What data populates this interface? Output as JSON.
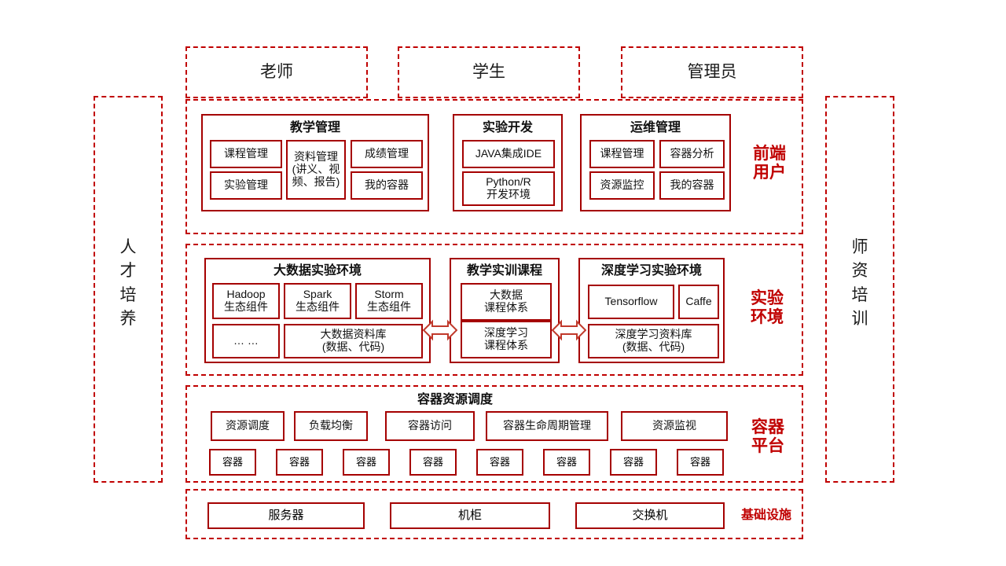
{
  "colors": {
    "dashed_border": "#C00000",
    "solid_border": "#A50000",
    "label_red": "#C00000",
    "text_black": "#111111",
    "background": "#FFFFFF"
  },
  "actors": [
    {
      "label": "老师"
    },
    {
      "label": "学生"
    },
    {
      "label": "管理员"
    }
  ],
  "side_panels": {
    "left": {
      "label": "人才培养",
      "chars": [
        "人",
        "才",
        "培",
        "养"
      ]
    },
    "right": {
      "label": "师资培训",
      "chars": [
        "师",
        "资",
        "培",
        "训"
      ]
    }
  },
  "layers": [
    {
      "id": "frontend",
      "label": "前端\n用户",
      "label_lines": [
        "前端",
        "用户"
      ],
      "groups": [
        {
          "title": "教学管理",
          "items": [
            "课程管理",
            "实验管理",
            "资料管理(讲义、视频、报告)",
            "成绩管理",
            "我的容器"
          ]
        },
        {
          "title": "实验开发",
          "items": [
            "JAVA集成IDE",
            "Python/R 开发环境"
          ]
        },
        {
          "title": "运维管理",
          "items": [
            "课程管理",
            "容器分析",
            "资源监控",
            "我的容器"
          ]
        }
      ]
    },
    {
      "id": "experiment",
      "label": "实验\n环境",
      "label_lines": [
        "实验",
        "环境"
      ],
      "groups": [
        {
          "title": "大数据实验环境",
          "items": [
            "Hadoop 生态组件",
            "Spark 生态组件",
            "Storm 生态组件",
            "… …",
            "大数据资料库(数据、代码)"
          ]
        },
        {
          "title": "教学实训课程",
          "items": [
            "大数据 课程体系",
            "深度学习 课程体系"
          ]
        },
        {
          "title": "深度学习实验环境",
          "items": [
            "Tensorflow",
            "Caffe",
            "深度学习资料库(数据、代码)"
          ]
        }
      ]
    },
    {
      "id": "container",
      "label": "容器\n平台",
      "label_lines": [
        "容器",
        "平台"
      ],
      "groups": [
        {
          "title": "容器资源调度",
          "items": [
            "资源调度",
            "负载均衡",
            "容器访问",
            "容器生命周期管理",
            "资源监视"
          ]
        }
      ]
    },
    {
      "id": "infrastructure",
      "label": "基础设施",
      "label_lines": [
        "基础设施"
      ],
      "groups": [
        {
          "title": "",
          "items": [
            "服务器",
            "机柜",
            "交换机"
          ]
        }
      ]
    }
  ],
  "frontend": {
    "teaching": {
      "title": "教学管理",
      "course_mgmt": "课程管理",
      "experiment_mgmt": "实验管理",
      "material_mgmt_line1": "资料管理",
      "material_mgmt_line2": "(讲义、视",
      "material_mgmt_line3": "频、报告)",
      "grade_mgmt": "成绩管理",
      "my_container": "我的容器"
    },
    "lab_dev": {
      "title": "实验开发",
      "java_ide": "JAVA集成IDE",
      "python_r_line1": "Python/R",
      "python_r_line2": "开发环境"
    },
    "ops": {
      "title": "运维管理",
      "course_mgmt": "课程管理",
      "container_analysis": "容器分析",
      "resource_monitor": "资源监控",
      "my_container": "我的容器"
    },
    "layer_label_line1": "前端",
    "layer_label_line2": "用户"
  },
  "experiment": {
    "bigdata": {
      "title": "大数据实验环境",
      "hadoop_line1": "Hadoop",
      "hadoop_line2": "生态组件",
      "spark_line1": "Spark",
      "spark_line2": "生态组件",
      "storm_line1": "Storm",
      "storm_line2": "生态组件",
      "ellipsis": "… …",
      "repo_line1": "大数据资料库",
      "repo_line2": "(数据、代码)"
    },
    "courses": {
      "title": "教学实训课程",
      "bigdata_line1": "大数据",
      "bigdata_line2": "课程体系",
      "dl_line1": "深度学习",
      "dl_line2": "课程体系"
    },
    "deeplearning": {
      "title": "深度学习实验环境",
      "tensorflow": "Tensorflow",
      "caffe": "Caffe",
      "repo_line1": "深度学习资料库",
      "repo_line2": "(数据、代码)"
    },
    "layer_label_line1": "实验",
    "layer_label_line2": "环境"
  },
  "container_platform": {
    "title": "容器资源调度",
    "services": [
      "资源调度",
      "负载均衡",
      "容器访问",
      "容器生命周期管理",
      "资源监视"
    ],
    "containers": [
      "容器",
      "容器",
      "容器",
      "容器",
      "容器",
      "容器",
      "容器",
      "容器"
    ],
    "layer_label_line1": "容器",
    "layer_label_line2": "平台"
  },
  "infrastructure": {
    "items": [
      "服务器",
      "机柜",
      "交换机"
    ],
    "layer_label": "基础设施"
  }
}
